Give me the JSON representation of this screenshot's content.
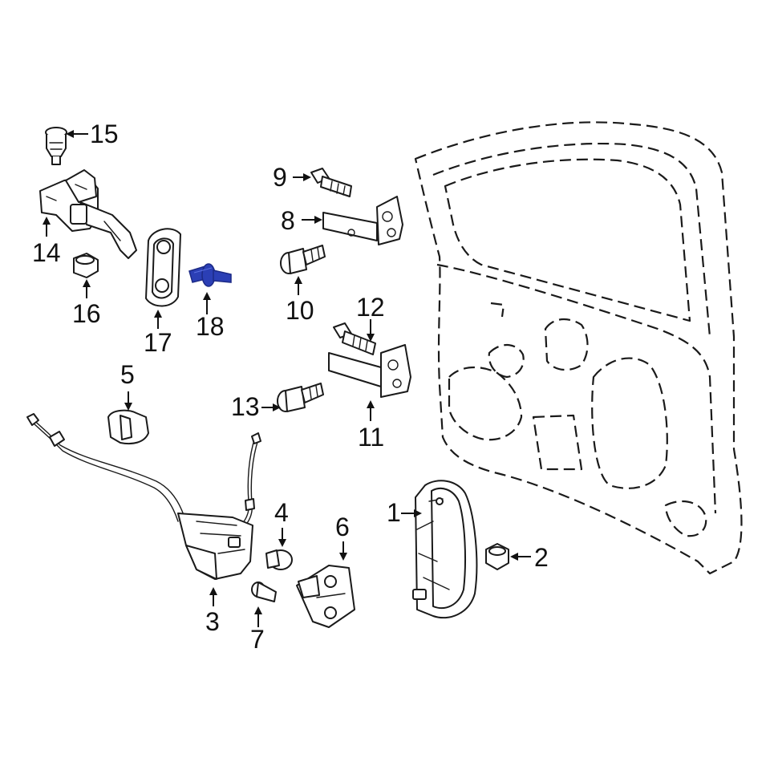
{
  "callouts": {
    "c1": "1",
    "c2": "2",
    "c3": "3",
    "c4": "4",
    "c5": "5",
    "c6": "6",
    "c7": "7",
    "c8": "8",
    "c9": "9",
    "c10": "10",
    "c11": "11",
    "c12": "12",
    "c13": "13",
    "c14": "14",
    "c15": "15",
    "c16": "16",
    "c17": "17",
    "c18": "18"
  },
  "colors": {
    "line": "#1a1a1a",
    "highlight": "#2b3fb5"
  },
  "highlighted_part": "18"
}
